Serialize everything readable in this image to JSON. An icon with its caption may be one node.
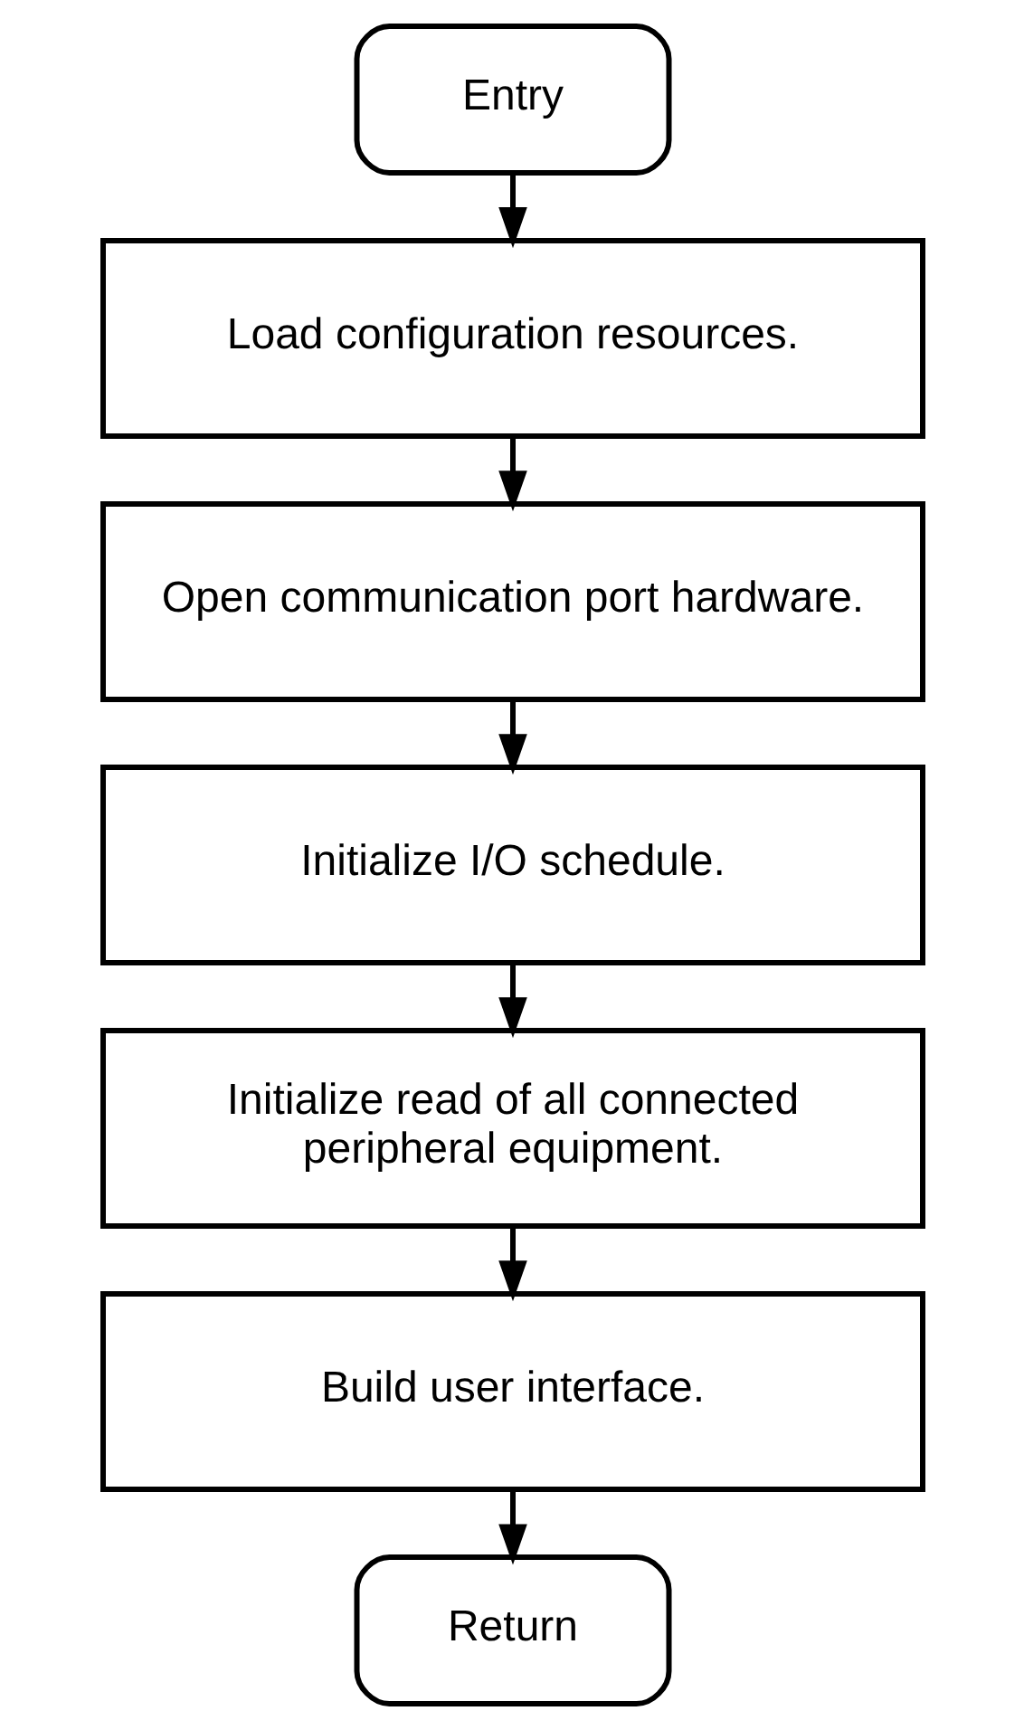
{
  "diagram": {
    "nodes": [
      {
        "text": [
          "Entry"
        ]
      },
      {
        "text": [
          "Load configuration resources."
        ]
      },
      {
        "text": [
          "Open communication port hardware."
        ]
      },
      {
        "text": [
          "Initialize I/O schedule."
        ]
      },
      {
        "text": [
          "Initialize read of all connected peripheral equipment."
        ]
      },
      {
        "text": [
          "Build user interface."
        ]
      },
      {
        "text": [
          "Return"
        ]
      }
    ],
    "edges": [
      {
        "from": 0,
        "to": 1,
        "arrow": "to"
      },
      {
        "from": 1,
        "to": 2,
        "arrow": "to"
      },
      {
        "from": 2,
        "to": 3,
        "arrow": "to"
      },
      {
        "from": 3,
        "to": 4,
        "arrow": "to"
      },
      {
        "from": 4,
        "to": 5,
        "arrow": "to"
      },
      {
        "from": 5,
        "to": 6,
        "arrow": "to"
      }
    ]
  }
}
